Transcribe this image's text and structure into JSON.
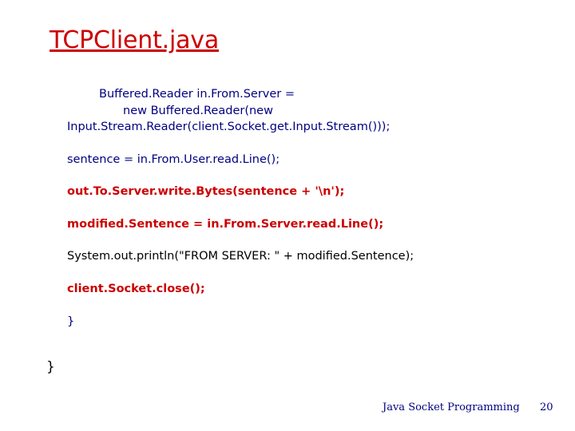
{
  "slide": {
    "title": "TCPClient.java",
    "title_color": "#cc0000",
    "code_lines": [
      {
        "text": "Buffered.Reader in.From.Server =",
        "style": "navy",
        "indent": "indent-1"
      },
      {
        "text": "new Buffered.Reader(new",
        "style": "navy",
        "indent": "indent-2"
      },
      {
        "text": "Input.Stream.Reader(client.Socket.get.Input.Stream()));",
        "style": "navy",
        "indent": "indent-3"
      },
      {
        "text": "sentence = in.From.User.read.Line();",
        "style": "navy",
        "indent": "indent-3"
      },
      {
        "text": "out.To.Server.write.Bytes(sentence + '\\n');",
        "style": "red",
        "indent": "indent-3"
      },
      {
        "text": "modified.Sentence = in.From.Server.read.Line();",
        "style": "red",
        "indent": "indent-3"
      },
      {
        "text": "System.out.println(\"FROM SERVER: \" + modified.Sentence);",
        "style": "black",
        "indent": "indent-3"
      },
      {
        "text": "client.Socket.close();",
        "style": "red",
        "indent": "indent-3"
      },
      {
        "text": "}",
        "style": "navy",
        "indent": "indent-brace"
      }
    ],
    "outer_brace": "}",
    "footer": {
      "label": "Java Socket Programming",
      "page_number": "20"
    }
  }
}
